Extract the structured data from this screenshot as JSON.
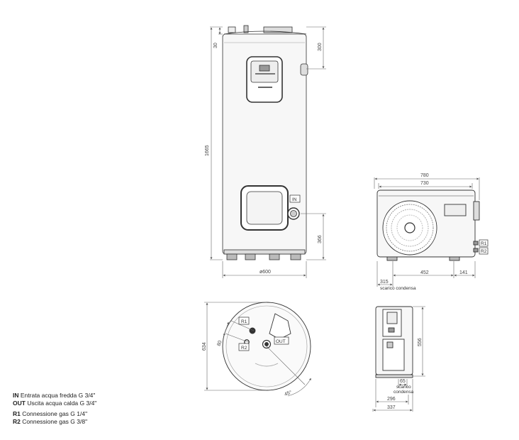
{
  "tank_front": {
    "dim_top_30": "30",
    "dim_top_300": "300",
    "dim_height_1665": "1665",
    "dim_inlet_366": "366",
    "dim_diameter": "ø600",
    "tag_in": "IN"
  },
  "tank_top": {
    "dim_634": "634",
    "dim_80": "80",
    "dim_angle": "45°",
    "tag_r1": "R1",
    "tag_r2": "R2",
    "tag_out": "OUT"
  },
  "unit_front": {
    "dim_780": "780",
    "dim_730": "730",
    "dim_452": "452",
    "dim_141": "141",
    "dim_315": "315",
    "caption_drain": "scarico condensa",
    "tag_r1": "R1",
    "tag_r2": "R2"
  },
  "unit_side": {
    "dim_556": "556",
    "dim_65": "65",
    "dim_296": "296",
    "dim_337": "337",
    "caption_drain_1": "scarico",
    "caption_drain_2": "condensa"
  },
  "legend": [
    {
      "code": "IN",
      "text": "Entrata acqua fredda G 3/4\""
    },
    {
      "code": "OUT",
      "text": "Uscita acqua calda G 3/4\""
    },
    {
      "code": "R1",
      "text": "Connessione gas G 1/4\""
    },
    {
      "code": "R2",
      "text": "Connessione gas G 3/8\""
    }
  ]
}
